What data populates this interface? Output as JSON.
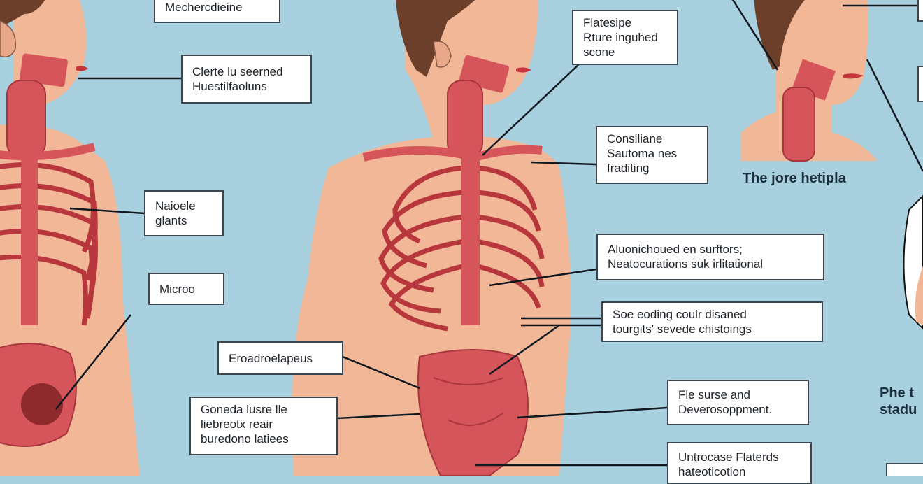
{
  "colors": {
    "background": "#a8d0df",
    "skin": "#f1b797",
    "tissue": "#d6555a",
    "leader_line": "#111820"
  },
  "labels": [
    {
      "id": "mechercdieine",
      "lines": [
        "Mechercdieine"
      ]
    },
    {
      "id": "clerte",
      "lines": [
        "Clerte lu seerned",
        "Huestilfaoluns"
      ]
    },
    {
      "id": "naioele",
      "lines": [
        "Naioele",
        "glants"
      ]
    },
    {
      "id": "microo",
      "lines": [
        "Microo"
      ]
    },
    {
      "id": "eroadroelapeus",
      "lines": [
        "Eroadroelapeus"
      ]
    },
    {
      "id": "goneda",
      "lines": [
        "Goneda lusre lle",
        "liebreotx reair",
        "buredono latiees"
      ]
    },
    {
      "id": "flatesipe",
      "lines": [
        "Flatesipe",
        "Rture inguhed",
        "scone"
      ]
    },
    {
      "id": "consiliane",
      "lines": [
        "Consiliane",
        "Sautoma nes",
        "fraditing"
      ]
    },
    {
      "id": "aluonichoued",
      "lines": [
        "Aluonichoued en surftors;",
        "Neatocurations suk irlitational"
      ]
    },
    {
      "id": "soe-eoding",
      "lines": [
        "Soe eoding coulr disaned",
        "tourgits' sevede chistoings"
      ]
    },
    {
      "id": "fle-surse",
      "lines": [
        "Fle surse and",
        "Deverosoppment."
      ]
    },
    {
      "id": "untrocase",
      "lines": [
        "Untrocase Flaterds",
        "hateoticotion"
      ]
    }
  ],
  "headings": {
    "head_panel": "The jore hetipla",
    "right_panel_line1": "Phe t",
    "right_panel_line2": "stadu"
  }
}
